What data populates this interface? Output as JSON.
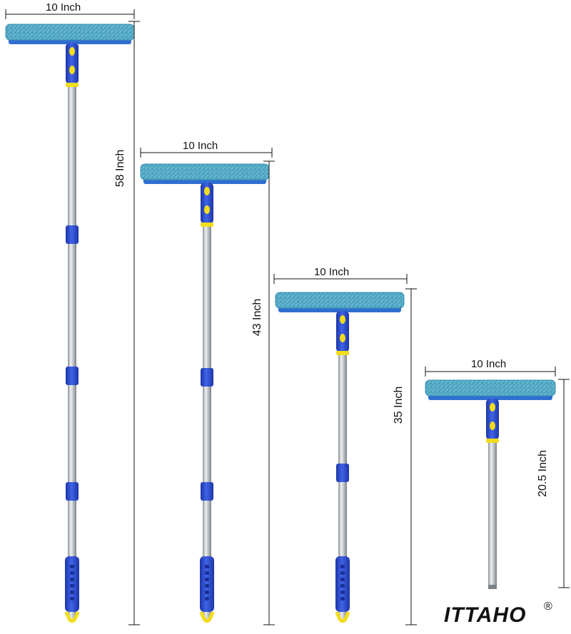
{
  "products": [
    {
      "width_label": "10 Inch",
      "length_label": "58 Inch",
      "sections": 4
    },
    {
      "width_label": "10 Inch",
      "length_label": "43 Inch",
      "sections": 3
    },
    {
      "width_label": "10 Inch",
      "length_label": "35 Inch",
      "sections": 2
    },
    {
      "width_label": "10 Inch",
      "length_label": "20.5 Inch",
      "sections": 1
    }
  ],
  "brand": {
    "name": "ITTAHO",
    "mark": "®"
  },
  "colors": {
    "microfiber": "#4fa6c4",
    "microfiber_dark": "#3a8fae",
    "squeegee": "#2f6fd0",
    "handle_blue": "#2a4fd0",
    "handle_yellow": "#f2dc1c",
    "pole": "#b9bec4",
    "line": "#111111"
  }
}
